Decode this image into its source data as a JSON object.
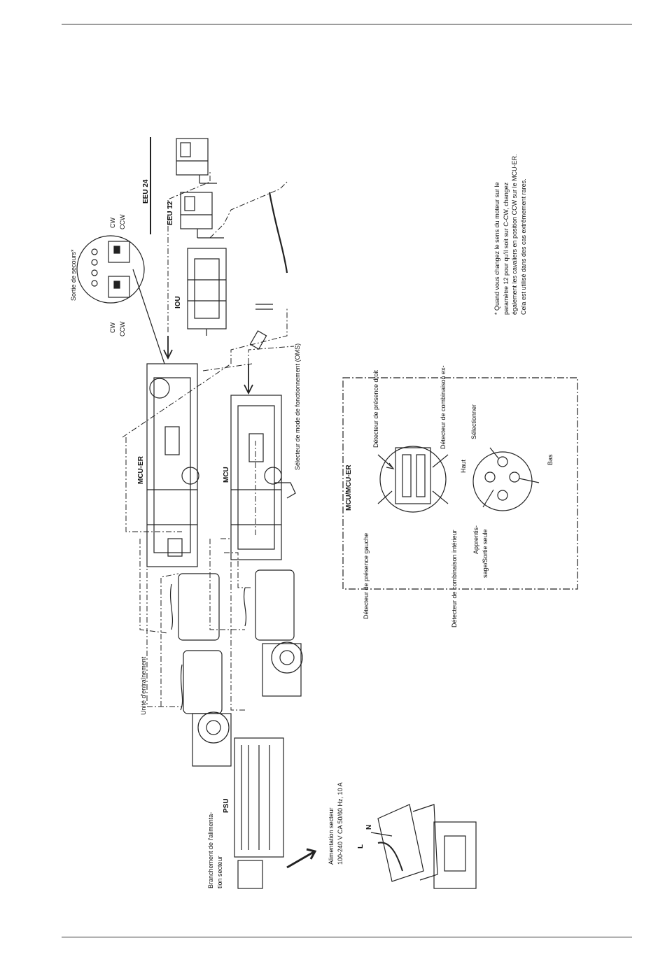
{
  "labels": {
    "sortie_secours": "Sortie de secours*",
    "cw_left": "CW",
    "ccw_left": "CCW",
    "cw_right": "CW",
    "ccw_right": "CCW",
    "eeu24": "EEU 24",
    "eeu12": "EEU 12",
    "iou": "IOU",
    "oms": "Sélecteur de mode de fonctionnement (OMS)",
    "mcu_er": "MCU-ER",
    "mcu": "MCU",
    "unite_entrainement": "Unité d'entraînement",
    "psu": "PSU",
    "branchement_line1": "Branchement de l'alimenta-",
    "branchement_line2": "tion secteur",
    "alim_line1": "Alimentation secteur",
    "alim_line2": "100-240 V CA 50/60 Hz, 10 A",
    "terminal_l": "L",
    "terminal_n": "N",
    "inset_title": "MCU/MCU-ER",
    "det_presence_gauche": "Détecteur de présence gauche",
    "det_presence_droit": "Détecteur de présence droit",
    "det_comb_interieur": "Détecteur de combinaison intérieur",
    "det_comb_ex": "Détecteur de combinaison ex-",
    "apprentissage_line1": "Apprentis-",
    "apprentissage_line2": "sage/Sortie seule",
    "haut": "Haut",
    "selectionner": "Sélectionner",
    "bas": "Bas"
  },
  "note": "* Quand vous changez le sens du moteur sur le paramètre 12 pour qu'il soit sur C-CW, changez également les cavaliers en position CCW sur le MCU-ER. Cela est utilisé dans des cas extrêmement rares."
}
